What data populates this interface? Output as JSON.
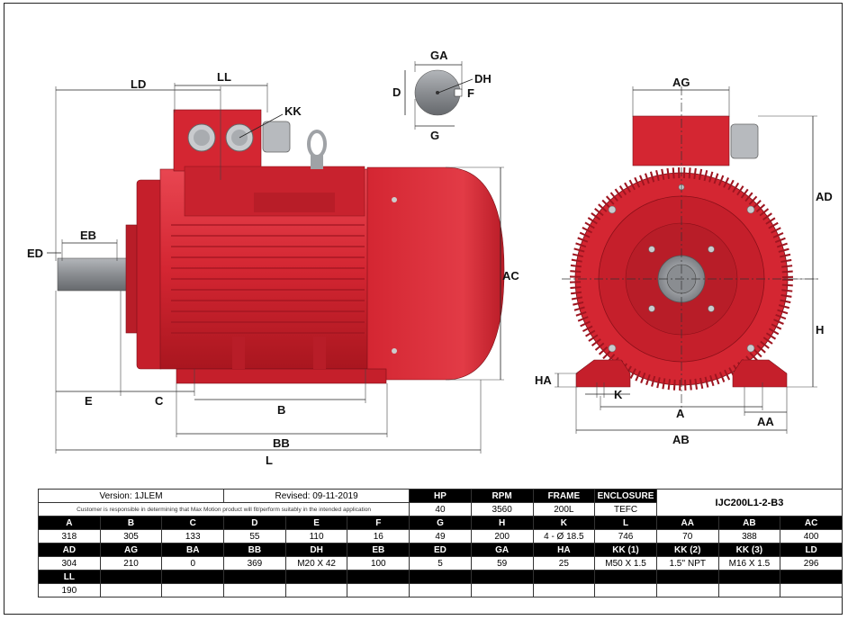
{
  "dimension_labels": {
    "LD": "LD",
    "LL": "LL",
    "KK": "KK",
    "EB": "EB",
    "ED": "ED",
    "E": "E",
    "C": "C",
    "B": "B",
    "BB": "BB",
    "L": "L",
    "AC": "AC",
    "GA": "GA",
    "DH": "DH",
    "D": "D",
    "F": "F",
    "G": "G",
    "AG": "AG",
    "AD": "AD",
    "H": "H",
    "HA": "HA",
    "K": "K",
    "A": "A",
    "AA": "AA",
    "AB": "AB"
  },
  "colors": {
    "motor_red": "#d42632",
    "motor_dark": "#9e1520",
    "shaft": "#8a8d91"
  },
  "header": {
    "version": "Version: 1JLEM",
    "revised": "Revised: 09-11-2019",
    "note": "Customer is responsible in determining that Max Motion product will fit/perform suitably in the intended application",
    "model": "IJC200L1-2-B3"
  },
  "ratings": {
    "labels": [
      "HP",
      "RPM",
      "FRAME",
      "ENCLOSURE"
    ],
    "values": [
      "40",
      "3560",
      "200L",
      "TEFC"
    ]
  },
  "dims_row1": {
    "labels": [
      "A",
      "B",
      "C",
      "D",
      "E",
      "F",
      "G",
      "H",
      "K",
      "L",
      "AA",
      "AB",
      "AC"
    ],
    "values": [
      "318",
      "305",
      "133",
      "55",
      "110",
      "16",
      "49",
      "200",
      "4 - Ø 18.5",
      "746",
      "70",
      "388",
      "400"
    ]
  },
  "dims_row2": {
    "labels": [
      "AD",
      "AG",
      "BA",
      "BB",
      "DH",
      "EB",
      "ED",
      "GA",
      "HA",
      "KK (1)",
      "KK (2)",
      "KK (3)",
      "LD"
    ],
    "values": [
      "304",
      "210",
      "0",
      "369",
      "M20 X 42",
      "100",
      "5",
      "59",
      "25",
      "M50 X 1.5",
      "1.5'' NPT",
      "M16 X 1.5",
      "296"
    ]
  },
  "dims_row3": {
    "labels": [
      "LL"
    ],
    "values": [
      "190"
    ]
  }
}
